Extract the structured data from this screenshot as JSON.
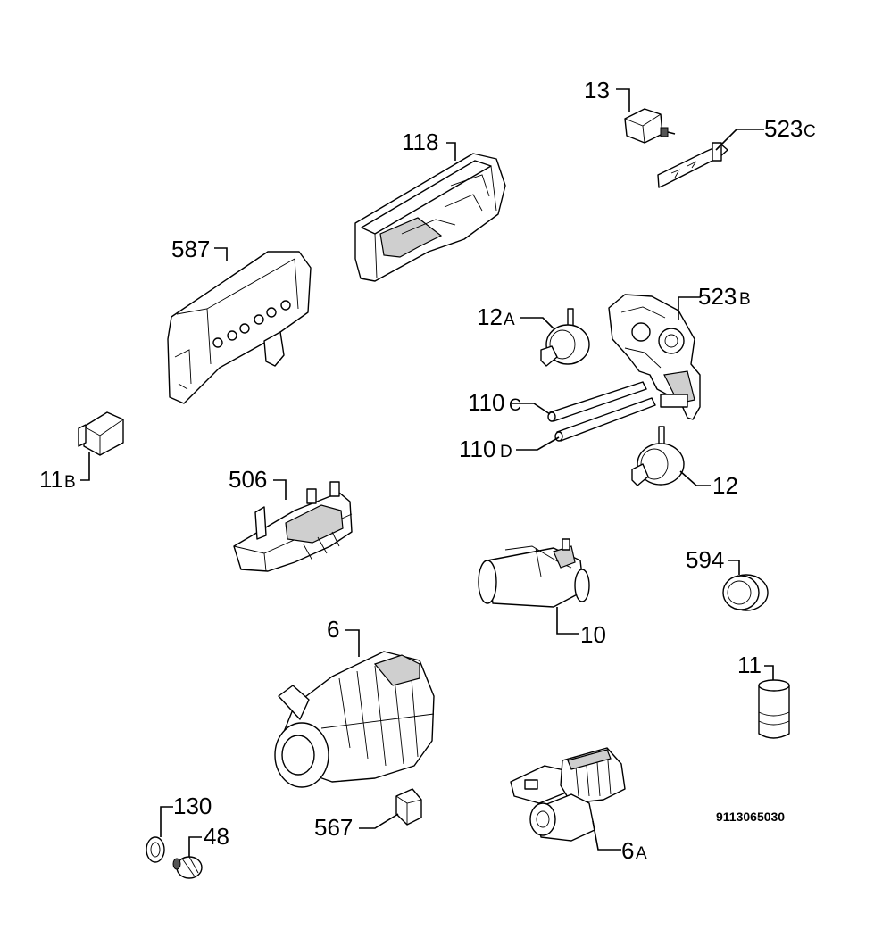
{
  "diagram_code": "9113065030",
  "labels": {
    "p13": "13",
    "p523c": "523",
    "p523c_suffix": "C",
    "p118": "118",
    "p587": "587",
    "p523b": "523",
    "p523b_suffix": "B",
    "p12a": "12",
    "p12a_suffix": "A",
    "p110c": "110",
    "p110c_suffix": "C",
    "p110d": "110",
    "p110d_suffix": "D",
    "p11b": "11",
    "p11b_suffix": "B",
    "p12": "12",
    "p506": "506",
    "p594": "594",
    "p10": "10",
    "p6": "6",
    "p11": "11",
    "p130": "130",
    "p48": "48",
    "p567": "567",
    "p6a": "6",
    "p6a_suffix": "A"
  }
}
